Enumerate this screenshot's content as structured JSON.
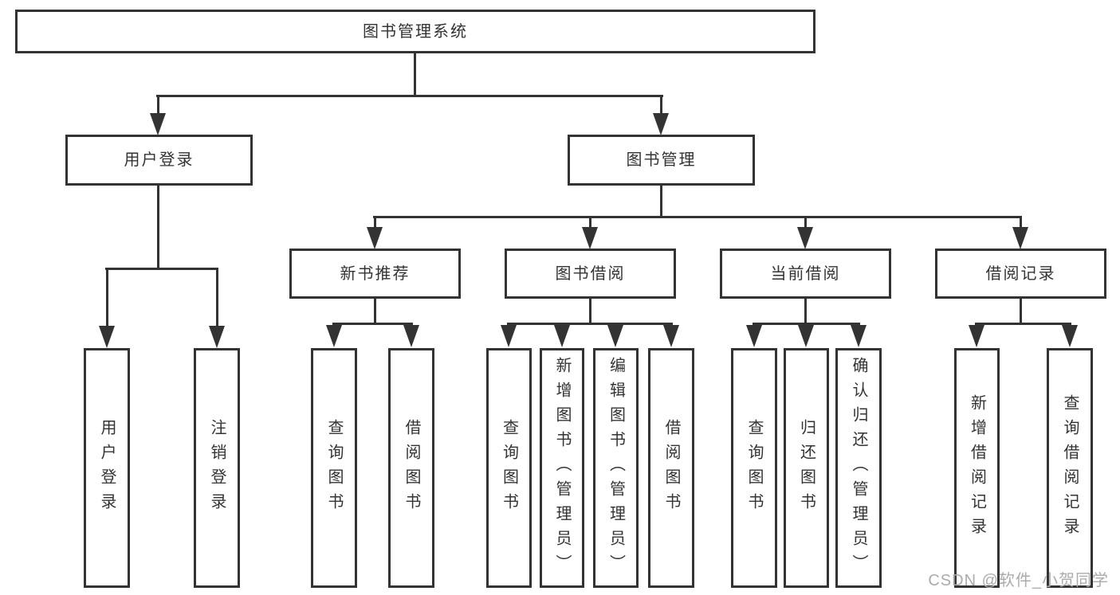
{
  "diagram": {
    "title": "图书管理系统",
    "branches": [
      {
        "label": "用户登录",
        "children": [
          {
            "label": "用户登录"
          },
          {
            "label": "注销登录"
          }
        ]
      },
      {
        "label": "图书管理",
        "children": [
          {
            "label": "新书推荐",
            "children": [
              {
                "label": "查询图书"
              },
              {
                "label": "借阅图书"
              }
            ]
          },
          {
            "label": "图书借阅",
            "children": [
              {
                "label": "查询图书"
              },
              {
                "label": "新增图书（管理员）"
              },
              {
                "label": "编辑图书（管理员）"
              },
              {
                "label": "借阅图书"
              }
            ]
          },
          {
            "label": "当前借阅",
            "children": [
              {
                "label": "查询图书"
              },
              {
                "label": "归还图书"
              },
              {
                "label": "确认归还（管理员）"
              }
            ]
          },
          {
            "label": "借阅记录",
            "children": [
              {
                "label": "新增借阅记录"
              },
              {
                "label": "查询借阅记录"
              }
            ]
          }
        ]
      }
    ]
  },
  "watermark": "CSDN @软件_小贺同学",
  "colors": {
    "line": "#333333",
    "text": "#333333",
    "watermark": "#ababab",
    "background": "#ffffff"
  }
}
